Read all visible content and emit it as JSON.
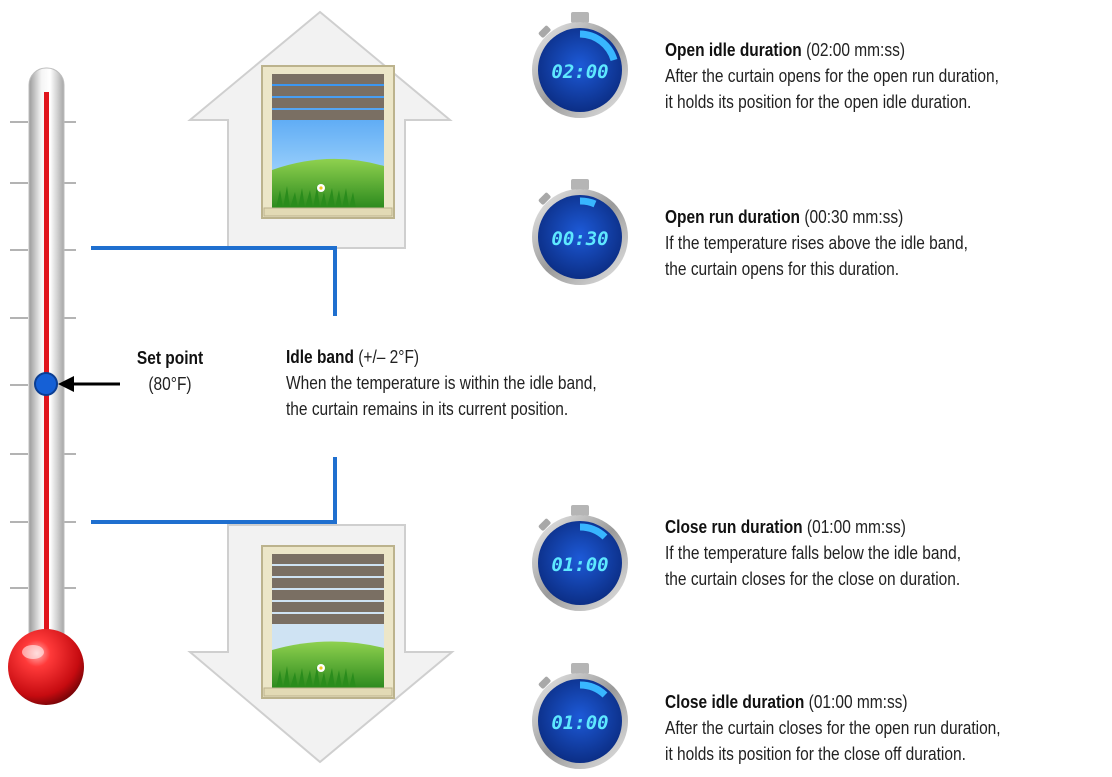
{
  "set_point": {
    "title": "Set point",
    "value": "(80°F)"
  },
  "idle_band": {
    "title": "Idle band",
    "value": "(+/– 2°F)",
    "line1": "When the temperature is within the idle band,",
    "line2": "the curtain remains in its current position."
  },
  "timers": [
    {
      "title": "Open idle duration",
      "value": "(02:00 mm:ss)",
      "readout": "02:00",
      "line1": "After the curtain opens for the open run duration,",
      "line2": "it holds its position for the open idle duration."
    },
    {
      "title": "Open run duration",
      "value": "(00:30 mm:ss)",
      "readout": "00:30",
      "line1": "If the temperature rises above the idle band,",
      "line2": "the curtain opens for this duration."
    },
    {
      "title": "Close run duration",
      "value": "(01:00 mm:ss)",
      "readout": "01:00",
      "line1": "If the temperature falls below the idle band,",
      "line2": "the curtain closes for the close on duration."
    },
    {
      "title": "Close idle duration",
      "value": "(01:00 mm:ss)",
      "readout": "01:00",
      "line1": "After the curtain closes for the open run duration,",
      "line2": "it holds its position for the close off duration."
    }
  ],
  "colors": {
    "band_line": "#1f6fcf",
    "mercury": "#e0141b",
    "set_point_dot": "#1560d6",
    "timer_face": "#0f3aa8",
    "timer_digits": "#5ee8ff",
    "arrow_fill": "#f2f2f2",
    "arrow_stroke": "#c8c8c8"
  }
}
